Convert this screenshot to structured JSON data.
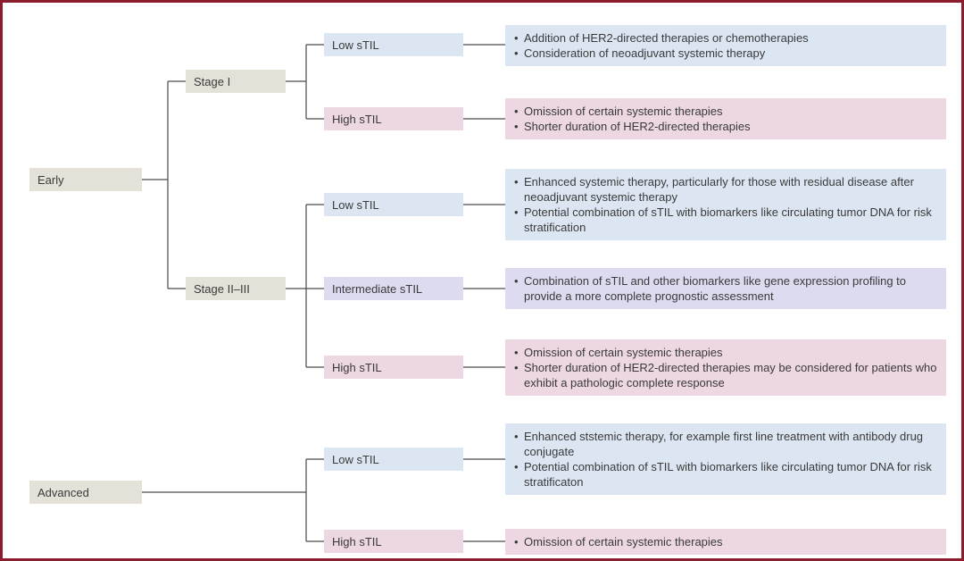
{
  "frame": {
    "border_color": "#8c1d2f"
  },
  "palette": {
    "beige": "#e4e1d8",
    "blue": "#dce6f2",
    "pink": "#ecd7e2",
    "purple": "#dddbf0",
    "line": "#4a4a4a",
    "text": "#3a3a3a"
  },
  "nodes": {
    "early": "Early",
    "advanced": "Advanced",
    "stage_i": "Stage I",
    "stage_ii_iii": "Stage II–III",
    "stage_i_low": "Low sTIL",
    "stage_i_high": "High sTIL",
    "stage_ii_iii_low": "Low sTIL",
    "stage_ii_iii_intermediate": "Intermediate sTIL",
    "stage_ii_iii_high": "High sTIL",
    "advanced_low": "Low sTIL",
    "advanced_high": "High sTIL"
  },
  "outcomes": {
    "stage_i_low": [
      "Addition of HER2-directed therapies or chemotherapies",
      "Consideration of neoadjuvant systemic therapy"
    ],
    "stage_i_high": [
      "Omission of certain systemic therapies",
      "Shorter duration of HER2-directed therapies"
    ],
    "stage_ii_iii_low": [
      "Enhanced systemic therapy, particularly for those with residual disease after neoadjuvant systemic therapy",
      "Potential combination of sTIL with biomarkers like circulating tumor DNA for risk stratification"
    ],
    "stage_ii_iii_intermediate": [
      "Combination of sTIL and other biomarkers like gene expression profiling to provide a more complete prognostic assessment"
    ],
    "stage_ii_iii_high": [
      "Omission of certain systemic therapies",
      "Shorter duration of HER2-directed therapies may be considered for patients who exhibit a pathologic complete response"
    ],
    "advanced_low": [
      "Enhanced ststemic therapy, for example first line treatment with antibody drug conjugate",
      "Potential combination of sTIL with biomarkers like circulating tumor DNA for risk stratificaton"
    ],
    "advanced_high": [
      "Omission of certain systemic therapies"
    ]
  }
}
